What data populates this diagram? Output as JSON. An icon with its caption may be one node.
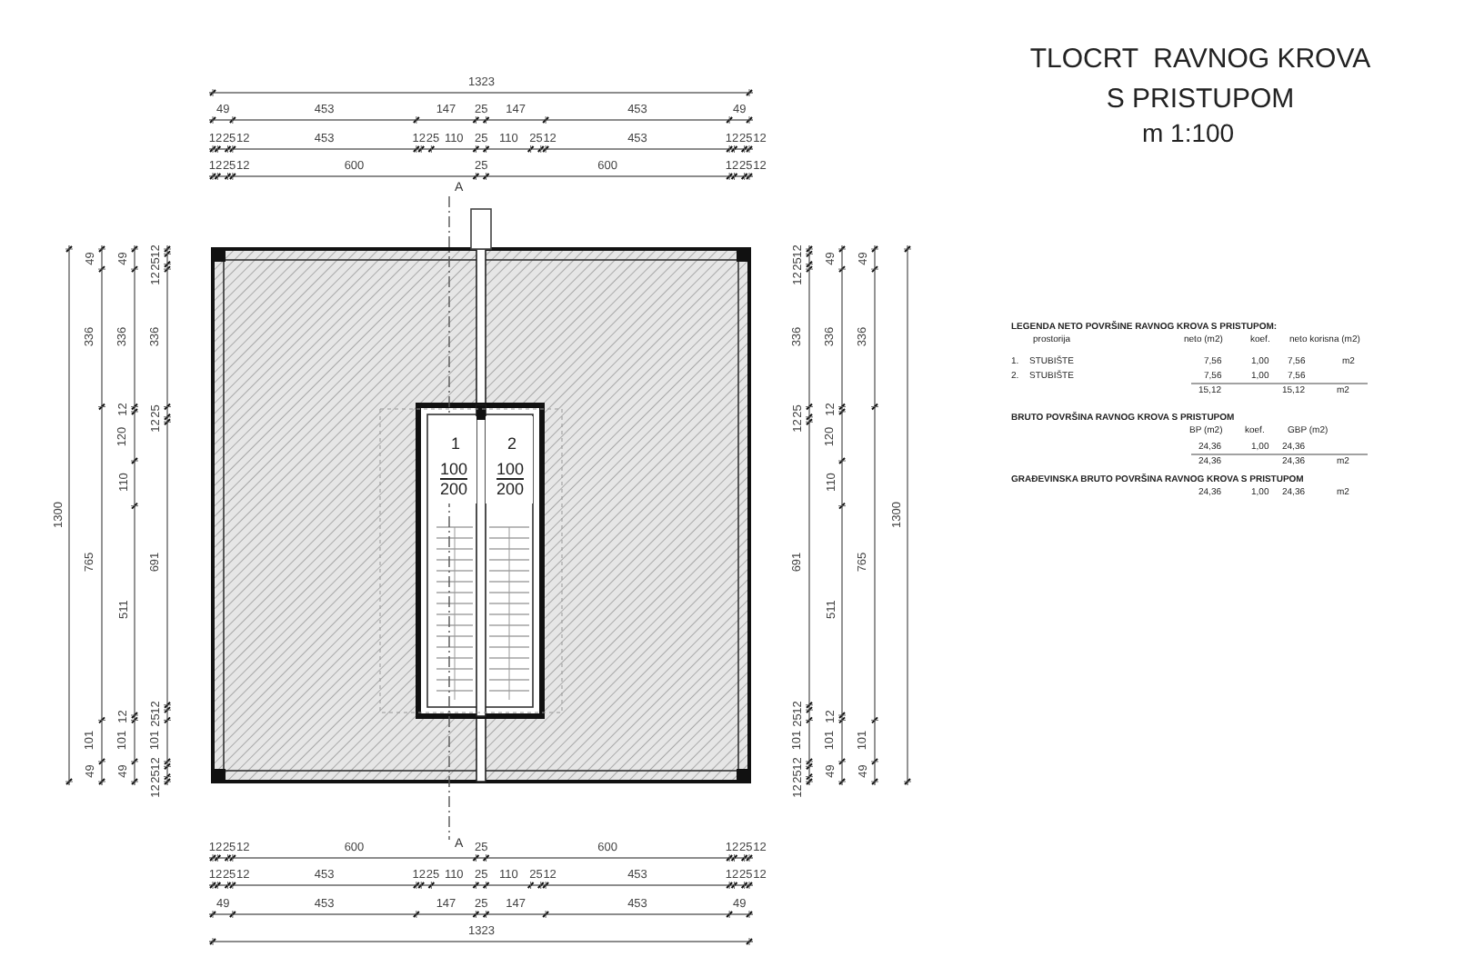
{
  "diagram": {
    "title": "TLOCRT  RAVNOG KROVA S PRISTUPOM",
    "nodes": [
      {
        "text": [
          "1",
          "100",
          "200"
        ]
      },
      {
        "text": [
          "2",
          "100",
          "200"
        ]
      }
    ],
    "edges": [],
    "labels": [
      "m 1:100",
      "1323",
      "49",
      "453",
      "147",
      "25",
      "147",
      "453",
      "49",
      "12",
      "25",
      "12",
      "453",
      "12",
      "25",
      "110",
      "25",
      "110",
      "25",
      "12",
      "453",
      "12",
      "25",
      "12",
      "12",
      "25",
      "12",
      "600",
      "25",
      "600",
      "12",
      "25",
      "12",
      "12",
      "25",
      "12",
      "600",
      "25",
      "600",
      "12",
      "25",
      "12",
      "12",
      "25",
      "12",
      "453",
      "12",
      "25",
      "110",
      "25",
      "110",
      "25",
      "12",
      "453",
      "12",
      "25",
      "12",
      "49",
      "453",
      "147",
      "25",
      "147",
      "453",
      "49",
      "1323",
      "1300",
      "49",
      "336",
      "765",
      "101",
      "49",
      "49",
      "336",
      "12",
      "120",
      "110",
      "511",
      "12",
      "101",
      "49",
      "12",
      "25",
      "12",
      "336",
      "25",
      "12",
      "691",
      "12",
      "25",
      "101",
      "12",
      "25",
      "12",
      "12",
      "25",
      "12",
      "336",
      "25",
      "12",
      "691",
      "12",
      "25",
      "101",
      "12",
      "25",
      "12",
      "49",
      "336",
      "12",
      "120",
      "110",
      "511",
      "12",
      "101",
      "49",
      "49",
      "336",
      "765",
      "101",
      "49",
      "1300",
      "A",
      "A",
      "LEGENDA NETO POVRŠINE RAVNOG KROVA S PRISTUPOM:",
      "prostorija",
      "neto (m2)",
      "koef.",
      "neto korisna (m2)",
      "1.",
      "STUBIŠTE",
      "7,56",
      "1,00",
      "7,56",
      "m2",
      "2.",
      "STUBIŠTE",
      "7,56",
      "1,00",
      "7,56",
      "15,12",
      "15,12",
      "m2",
      "BRUTO POVRŠINA RAVNOG KROVA S PRISTUPOM",
      "BP (m2)",
      "koef.",
      "GBP (m2)",
      "24,36",
      "1,00",
      "24,36",
      "24,36",
      "24,36",
      "m2",
      "GRAĐEVINSKA BRUTO POVRŠINA RAVNOG KROVA S PRISTUPOM",
      "24,36",
      "1,00",
      "24,36",
      "m2"
    ]
  }
}
